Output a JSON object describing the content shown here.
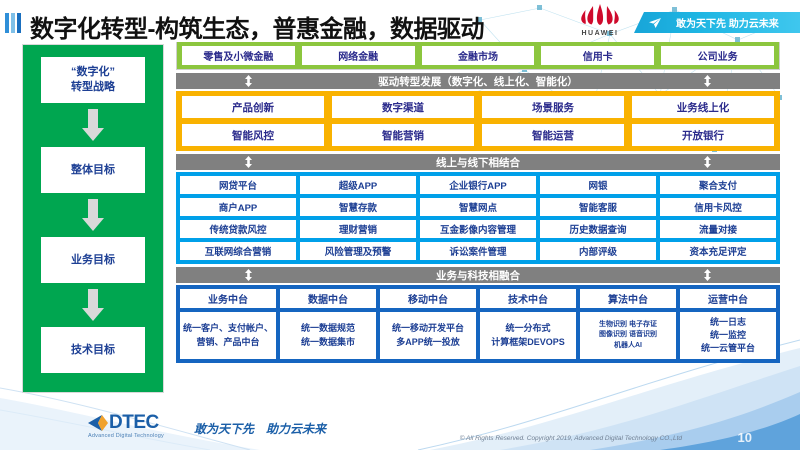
{
  "header": {
    "title": "数字化转型-构筑生态，普惠金融，数据驱动",
    "brand_logo": "huawei-logo",
    "brand_word": "HUAWEI",
    "ribbon_text": "敢为天下先 助力云未来",
    "ribbon_icon": "paper-plane-icon"
  },
  "strategy": {
    "items": [
      {
        "label": "“数字化”\n转型战略"
      },
      {
        "label": "整体目标"
      },
      {
        "label": "业务目标"
      },
      {
        "label": "技术目标"
      }
    ],
    "arrow_icon": "down-arrow-icon",
    "color": "#00a650"
  },
  "business_band": {
    "color": "#8cc63e",
    "cells": [
      "零售及小微金融",
      "网络金融",
      "金融市场",
      "信用卡",
      "公司业务"
    ]
  },
  "connector_1": {
    "label": "驱动转型发展（数字化、线上化、智能化）",
    "arrow_icon": "up-down-arrow-icon",
    "color": "#808080"
  },
  "transform_band": {
    "color": "#f9b200",
    "rows": [
      [
        "产品创新",
        "数字渠道",
        "场景服务",
        "业务线上化"
      ],
      [
        "智能风控",
        "智能营销",
        "智能运营",
        "开放银行"
      ]
    ]
  },
  "connector_2": {
    "label": "线上与线下相结合",
    "arrow_icon": "up-down-arrow-icon",
    "color": "#808080"
  },
  "channel_band": {
    "color": "#00a0e9",
    "rows": [
      [
        "网贷平台",
        "超级APP",
        "企业银行APP",
        "网银",
        "聚合支付"
      ],
      [
        "商户APP",
        "智慧存款",
        "智慧网点",
        "智能客服",
        "信用卡风控"
      ],
      [
        "传统贷款风控",
        "理财营销",
        "互金影像内容管理",
        "历史数据查询",
        "流量对接"
      ],
      [
        "互联网综合营销",
        "风险管理及预警",
        "诉讼案件管理",
        "内部评级",
        "资本充足评定"
      ]
    ]
  },
  "connector_3": {
    "label": "业务与科技相融合",
    "arrow_icon": "up-down-arrow-icon",
    "color": "#808080"
  },
  "platform_band": {
    "color": "#1565c0",
    "columns": [
      {
        "head": "业务中台",
        "body": "统一客户、支付帐户、营销、产品中台",
        "tiny": false
      },
      {
        "head": "数据中台",
        "body": "统一数据规范\n统一数据集市",
        "tiny": false
      },
      {
        "head": "移动中台",
        "body": "统一移动开发平台\n多APP统一投放",
        "tiny": false
      },
      {
        "head": "技术中台",
        "body": "统一分布式\n计算框架DEVOPS",
        "tiny": false
      },
      {
        "head": "算法中台",
        "body": "生物识别 电子存证\n图像识别 语音识别\n机器人AI",
        "tiny": true
      },
      {
        "head": "运营中台",
        "body": "统一日志\n统一监控\n统一云管平台",
        "tiny": false
      }
    ]
  },
  "footer": {
    "logo_name": "DTEC",
    "logo_sub": "Advanced Digital Technology",
    "logo_sub_accent": "Advanced",
    "slogan": "敢为天下先　助力云未来",
    "copyright": "© All Rights Reserved. Copyright 2019, Advanced Digital Technology CO.,Ltd",
    "page_number": "10"
  }
}
